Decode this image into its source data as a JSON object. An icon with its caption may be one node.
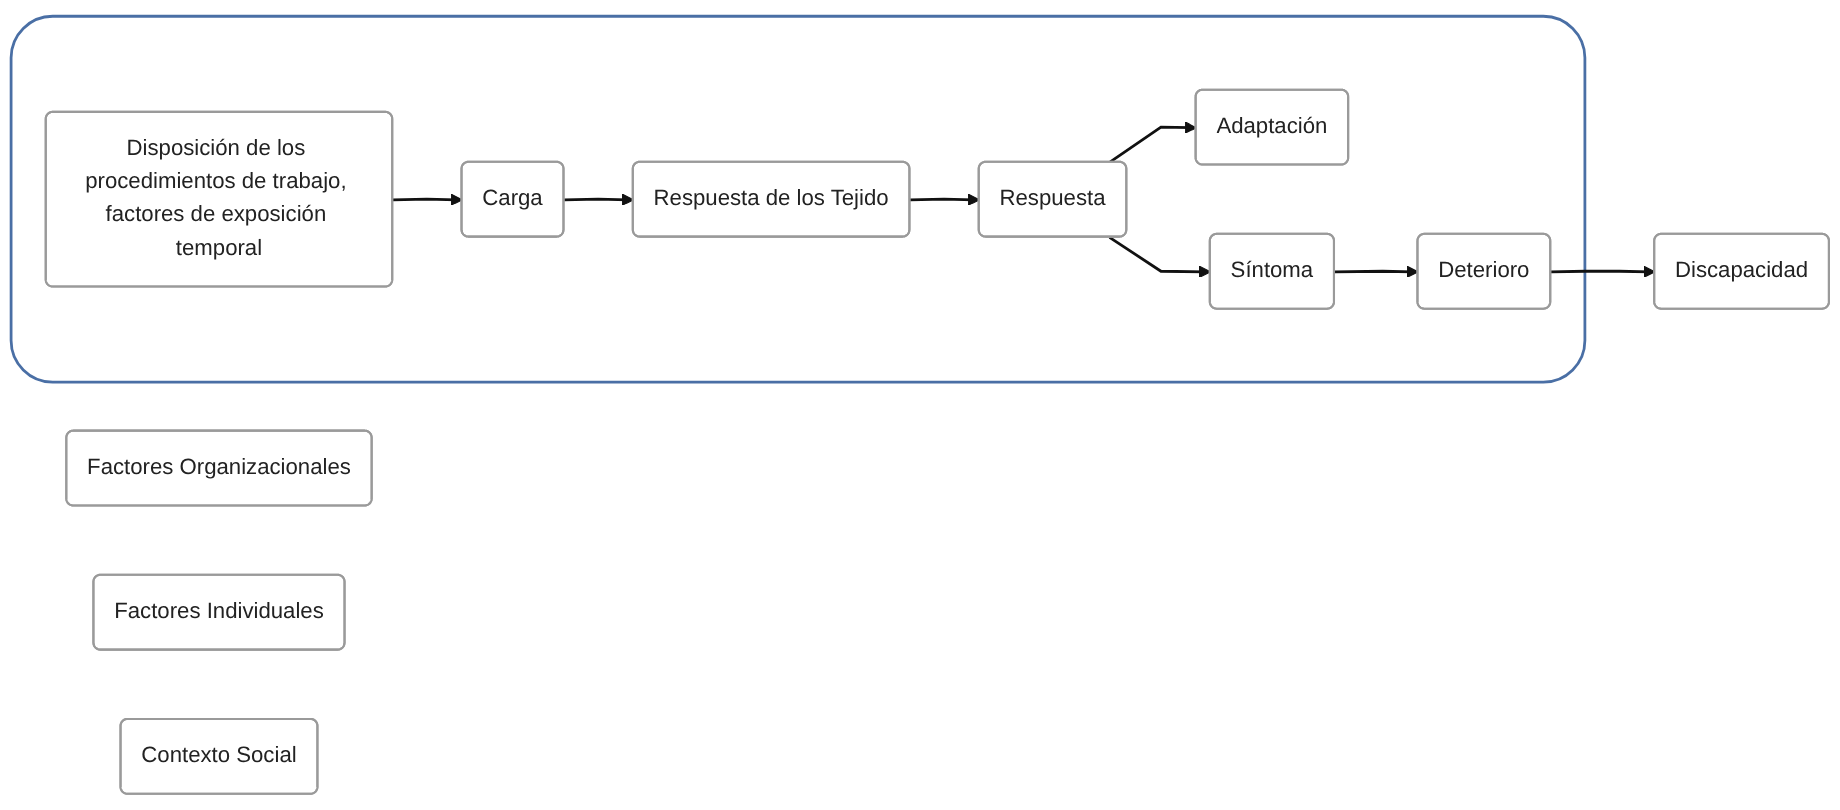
{
  "diagram": {
    "nodes": [
      {
        "text": [],
        "shape": "box"
      },
      {
        "text": [
          "Carga"
        ],
        "in": 0
      },
      {
        "text": [
          "Disposición de los procedimientos de trabajo, factores de exposición temporal"
        ],
        "in": 0
      },
      {
        "text": [
          "Respuesta de los Tejido"
        ],
        "in": 0
      },
      {
        "text": [
          "Respuesta"
        ],
        "in": 0
      },
      {
        "text": [
          "Adaptación"
        ],
        "in": 0
      },
      {
        "text": [
          "Síntoma"
        ],
        "in": 0
      },
      {
        "text": [
          "Deterioro"
        ],
        "in": 0
      },
      {
        "text": [
          "Discapacidad"
        ]
      },
      {
        "text": [
          "Factores Organizacionales"
        ]
      },
      {
        "text": [
          "Factores Individuales"
        ]
      },
      {
        "text": [
          "Contexto Social"
        ]
      }
    ],
    "edges": [
      {
        "from": 2,
        "to": 1,
        "arrow": "to"
      },
      {
        "from": 1,
        "to": 3,
        "arrow": "to"
      },
      {
        "from": 3,
        "to": 4,
        "arrow": "to"
      },
      {
        "from": 4,
        "to": 5,
        "arrow": "to"
      },
      {
        "from": 4,
        "to": 6,
        "arrow": "to"
      },
      {
        "from": 6,
        "to": 7,
        "arrow": "to"
      },
      {
        "from": 7,
        "to": 8,
        "arrow": "to"
      }
    ]
  }
}
